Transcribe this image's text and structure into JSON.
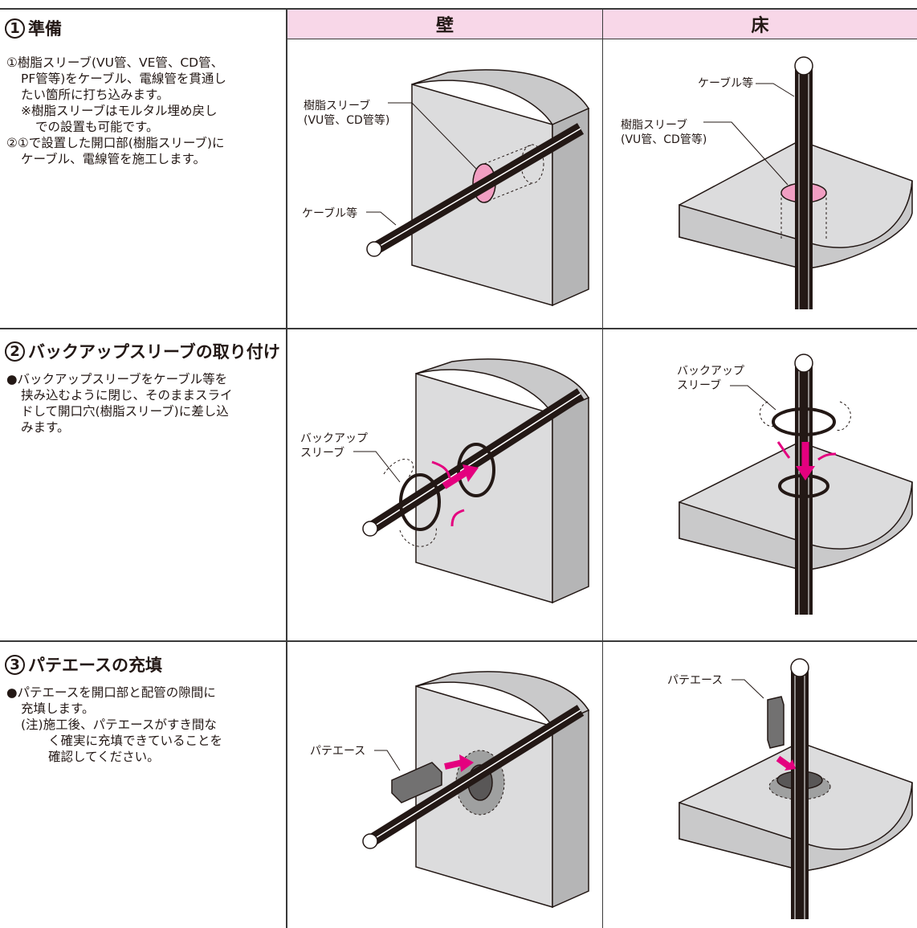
{
  "columns": {
    "wall": "壁",
    "floor": "床"
  },
  "steps": [
    {
      "num": "1",
      "title": "準備",
      "lines": [
        "①樹脂スリーブ(VU管、VE管、CD管、",
        "PF管等)をケーブル、電線管を貫通し",
        "たい箇所に打ち込みます。",
        "※樹脂スリーブはモルタル埋め戻し",
        "での設置も可能です。",
        "②①で設置した開口部(樹脂スリーブ)に",
        "ケーブル、電線管を施工します。"
      ]
    },
    {
      "num": "2",
      "title": "バックアップスリーブの取り付け",
      "lines": [
        "●バックアップスリーブをケーブル等を",
        "挟み込むように閉じ、そのままスライ",
        "ドして開口穴(樹脂スリーブ)に差し込",
        "みます。"
      ]
    },
    {
      "num": "3",
      "title": "パテエースの充填",
      "lines": [
        "●パテエースを開口部と配管の隙間に",
        "充填します。",
        "(注)施工後、パテエースがすき間な",
        "く確実に充填できていることを",
        "確認してください。"
      ]
    }
  ],
  "labels": {
    "resin_sleeve": "樹脂スリーブ",
    "resin_sleeve_types": "(VU管、CD管等)",
    "cable": "ケーブル等",
    "backup_1": "バックアップ",
    "backup_2": "スリーブ",
    "putty": "パテエース"
  },
  "colors": {
    "header_bg": "#f8d7e8",
    "accent": "#e4007f",
    "sleeve": "#f19ec2",
    "wall": "#dcdcdd"
  }
}
